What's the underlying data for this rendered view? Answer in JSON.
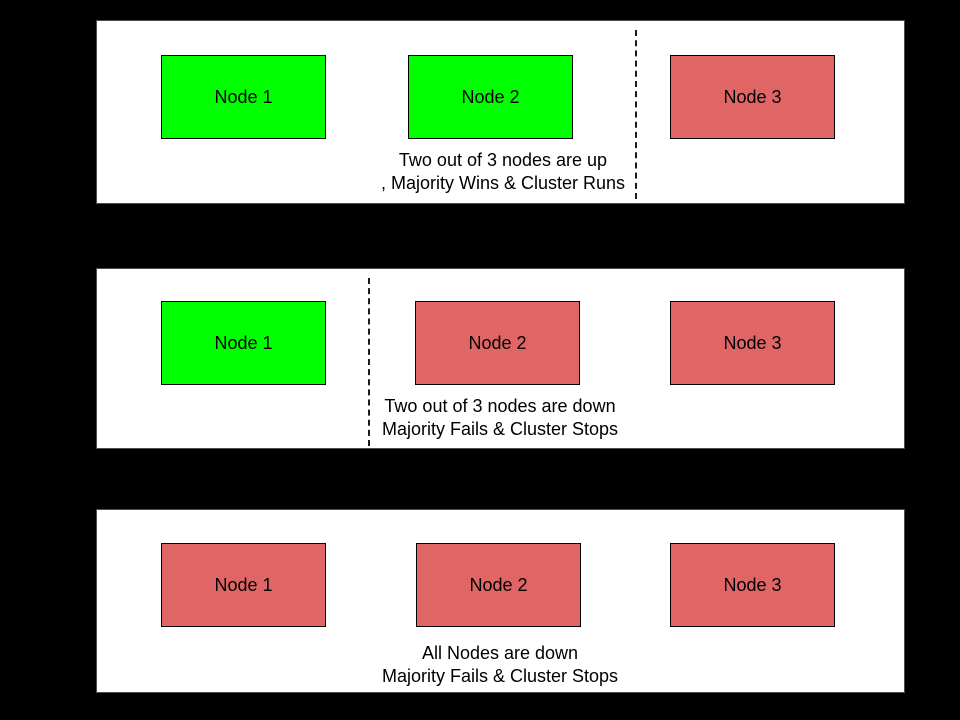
{
  "colors": {
    "background": "#000000",
    "panel_bg": "#ffffff",
    "panel_border": "#4d4d4d",
    "node_up": "#00ff00",
    "node_down": "#e06666",
    "node_border": "#000000",
    "divider": "#1a1a1a",
    "text": "#000000"
  },
  "panels": [
    {
      "id": "two-nodes-up",
      "nodes": [
        {
          "label": "Node 1",
          "status": "up"
        },
        {
          "label": "Node 2",
          "status": "up"
        },
        {
          "label": "Node 3",
          "status": "down"
        }
      ],
      "caption_line1": "Two out of 3 nodes are up",
      "caption_line2": ", Majority Wins & Cluster Runs"
    },
    {
      "id": "two-nodes-down",
      "nodes": [
        {
          "label": "Node 1",
          "status": "up"
        },
        {
          "label": "Node 2",
          "status": "down"
        },
        {
          "label": "Node 3",
          "status": "down"
        }
      ],
      "caption_line1": "Two out of 3 nodes are down",
      "caption_line2": "Majority Fails & Cluster Stops"
    },
    {
      "id": "all-nodes-down",
      "nodes": [
        {
          "label": "Node 1",
          "status": "down"
        },
        {
          "label": "Node 2",
          "status": "down"
        },
        {
          "label": "Node 3",
          "status": "down"
        }
      ],
      "caption_line1": "All Nodes are down",
      "caption_line2": "Majority Fails & Cluster Stops"
    }
  ]
}
